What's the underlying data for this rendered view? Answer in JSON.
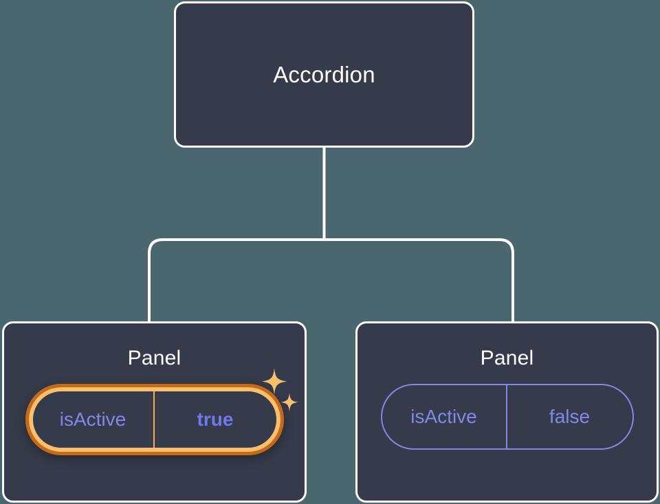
{
  "theme": {
    "page_background": "#4a666f",
    "card_background": "#353b4a",
    "card_border": "#ffffff",
    "connector_color": "#ffffff",
    "prop_accent": "#8287e8",
    "prop_value_active": "#7277ec",
    "highlight_outer_ring": "#c66a17",
    "highlight_inner_ring": "#f9bf6a",
    "sparkle_color": "#f9bf6a"
  },
  "tree": {
    "root": {
      "title": "Accordion"
    },
    "children": [
      {
        "title": "Panel",
        "highlighted": true,
        "prop": {
          "key": "isActive",
          "value": "true"
        },
        "sparkle_icons": [
          "sparkle-large-icon",
          "sparkle-small-icon"
        ]
      },
      {
        "title": "Panel",
        "highlighted": false,
        "prop": {
          "key": "isActive",
          "value": "false"
        }
      }
    ]
  },
  "connector": {
    "icon": "tree-connector-icon",
    "description": "vertical stem from root splitting into two branches"
  }
}
